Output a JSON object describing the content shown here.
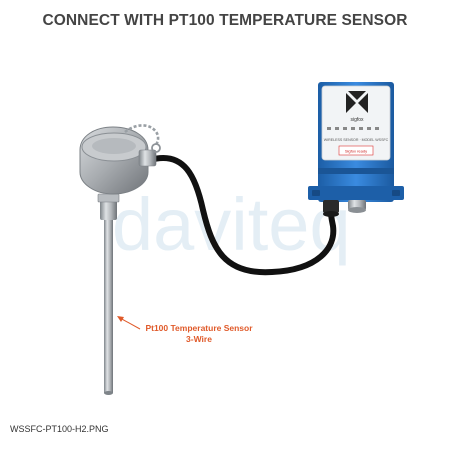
{
  "header": {
    "title": "CONNECT WITH PT100 TEMPERATURE SENSOR"
  },
  "watermark": {
    "text": "daviteq"
  },
  "sensor": {
    "label_line1": "Pt100 Temperature Sensor",
    "label_line2": "3-Wire"
  },
  "device": {
    "brand": "sigfox",
    "model_text": "WIRELESS SENSOR · MODEL WSSFC",
    "sticker": "Sigfox ready"
  },
  "footer": {
    "filename": "WSSFC-PT100-H2.PNG"
  },
  "colors": {
    "accent": "#e05a2a",
    "device_blue": "#2d78c8",
    "cable": "#111111",
    "metal": "#a9adb2"
  }
}
